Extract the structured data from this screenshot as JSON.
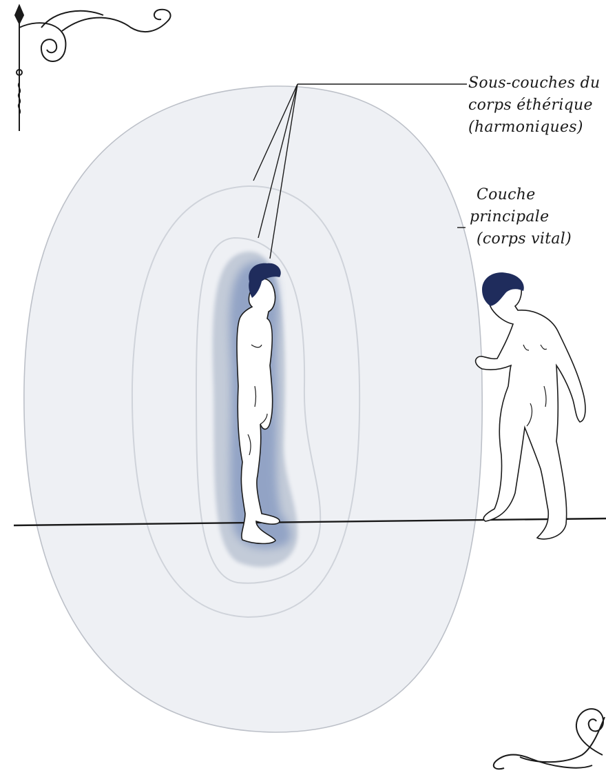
{
  "labels": {
    "subcouches": [
      "Sous-couches du",
      "corps éthérique",
      "(harmoniques)"
    ],
    "principale": [
      "Couche",
      "principale",
      "(corps vital)"
    ]
  },
  "colors": {
    "outer_aura": "#eef0f4",
    "outer_outline": "#bcc0c8",
    "middle_outline": "#cfd3da",
    "inner_field": "#c3cbd8",
    "body_glow": "#8a9dc2",
    "hair": "#1f2c5c",
    "ink": "#1a1a1a"
  },
  "ornaments": [
    "scroll-ornament-top-left",
    "scroll-ornament-bottom-right"
  ]
}
